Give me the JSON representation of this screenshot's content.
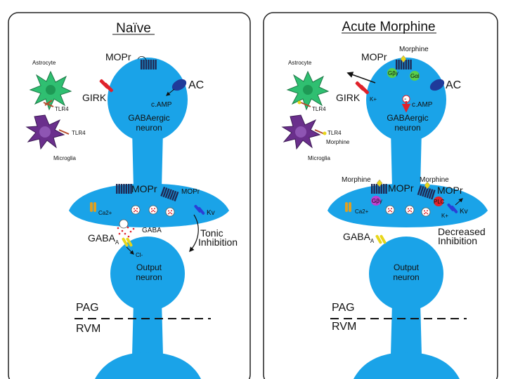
{
  "colors": {
    "neuron": "#1aa3e8",
    "astrocyte": "#2fbf71",
    "microglia": "#6a2f8c",
    "receptor": "#1f2a55",
    "girk": "#e0222b",
    "ac": "#1f3a9a",
    "gi": "#59d04b",
    "kv": "#2b3fd6",
    "gaba": "#e8d61a",
    "ca": "#e0a020",
    "pkc": "#e0222b",
    "gbg": "#c040d0"
  },
  "left": {
    "title": "Naïve",
    "astrocyte": "Astrocyte",
    "tlr4_astro": "TLR4",
    "tlr4_micro": "TLR4",
    "microglia": "Microglia",
    "mopr_top": "MOPr",
    "ac": "AC",
    "girk": "GIRK",
    "camp": "c.AMP",
    "neuron1": "GABAergic",
    "neuron2": "neuron",
    "mopr_term1": "MOPr",
    "mopr_term2": "MOPr",
    "ca": "Ca2+",
    "kv": "Kv",
    "gaba_rel": "GABA",
    "gaba_a": "GABA",
    "gaba_a_sub": "A",
    "cl": "Cl-",
    "tonic1": "Tonic",
    "tonic2": "Inhibition",
    "output1": "Output",
    "output2": "neuron",
    "pag": "PAG",
    "rvm": "RVM"
  },
  "right": {
    "title": "Acute Morphine",
    "morphine_top": "Morphine",
    "astrocyte": "Astrocyte",
    "mopr_top": "MOPr",
    "gbg": "Gβγ",
    "gi": "Gαi",
    "ac": "AC",
    "girk": "GIRK",
    "k": "K+",
    "minus": "-",
    "camp": "c.AMP",
    "tlr4_astro": "TLR4",
    "neuron1": "GABAergic",
    "neuron2": "neuron",
    "tlr4_micro": "TLR4",
    "morphine_micro": "Morphine",
    "microglia": "Microglia",
    "morphine_t1": "Morphine",
    "mopr_t1": "MOPr",
    "morphine_t2": "Morphine",
    "mopr_t2": "MOPr",
    "gbg_t": "Gβγ",
    "pkc": "PLC",
    "ca": "Ca2+",
    "k_t": "K+",
    "kv": "Kv",
    "gaba_a": "GABA",
    "gaba_a_sub": "A",
    "dec1": "Decreased",
    "dec2": "Inhibition",
    "output1": "Output",
    "output2": "neuron",
    "pag": "PAG",
    "rvm": "RVM"
  }
}
